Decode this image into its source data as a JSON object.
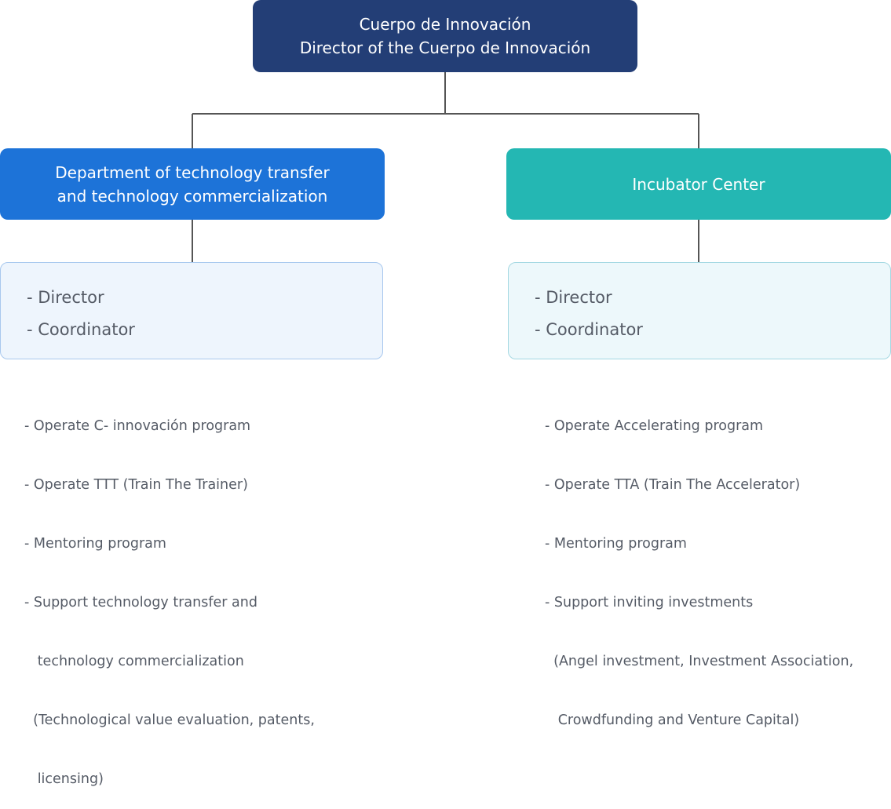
{
  "top": {
    "line1": "Cuerpo de Innovación",
    "line2": "Director of the Cuerpo de Innovación"
  },
  "department": {
    "line1": "Department of technology transfer",
    "line2": "and technology commercialization",
    "roles": [
      "- Director",
      "- Coordinator"
    ],
    "activities": [
      "- Operate C- innovación program",
      "- Operate TTT (Train The Trainer)",
      "- Mentoring program",
      "- Support technology transfer and",
      "   technology commercialization",
      "  (Technological value evaluation, patents,",
      "   licensing)"
    ]
  },
  "incubator": {
    "title": "Incubator Center",
    "roles": [
      "- Director",
      "- Coordinator"
    ],
    "activities": [
      "- Operate Accelerating program",
      "- Operate TTA (Train The Accelerator)",
      "- Mentoring program",
      "- Support inviting investments",
      "  (Angel investment, Investment Association,",
      "   Crowdfunding and Venture Capital)"
    ]
  },
  "colors": {
    "top_box": "#233e76",
    "department_box": "#1d73d8",
    "incubator_box": "#24b7b3",
    "connector": "#555555",
    "text_gray": "#555b66"
  }
}
